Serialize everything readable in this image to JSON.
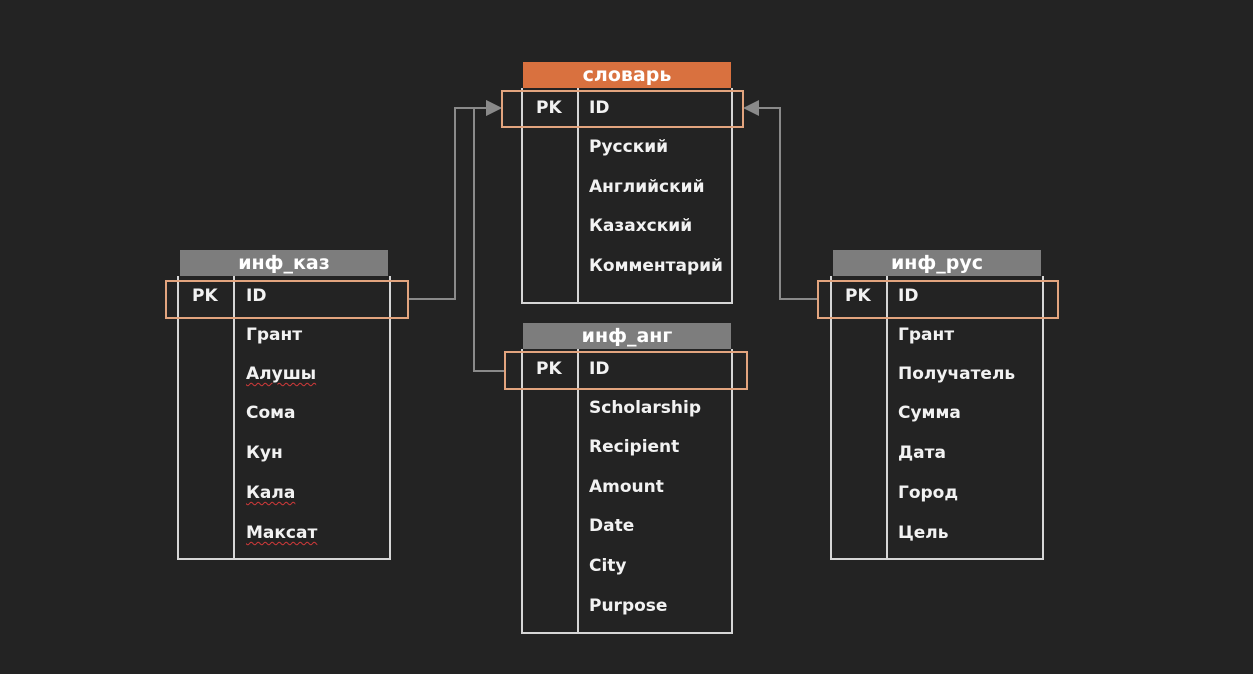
{
  "tables": {
    "slovar": {
      "title": "словарь",
      "pk": "PK",
      "key": "ID",
      "fields": [
        "Русский",
        "Английский",
        "Казахский",
        "Комментарий"
      ],
      "header_color": "#d9713f"
    },
    "inf_kaz": {
      "title": "инф_каз",
      "pk": "PK",
      "key": "ID",
      "fields": [
        "Грант",
        "Алушы",
        "Сома",
        "Кун",
        "Кала",
        "Максат"
      ],
      "header_color": "#7d7d7d"
    },
    "inf_ang": {
      "title": "инф_анг",
      "pk": "PK",
      "key": "ID",
      "fields": [
        "Scholarship",
        "Recipient",
        "Amount",
        "Date",
        "City",
        "Purpose"
      ],
      "header_color": "#7d7d7d"
    },
    "inf_rus": {
      "title": "инф_рус",
      "pk": "PK",
      "key": "ID",
      "fields": [
        "Грант",
        "Получатель",
        "Сумма",
        "Дата",
        "Город",
        "Цель"
      ],
      "header_color": "#7d7d7d"
    }
  },
  "colors": {
    "background": "#232323",
    "pk_highlight": "#e2a47e",
    "table_border": "#d6d6d6",
    "connector": "#8a8a8a",
    "spellcheck_underline": "#d23a3a"
  }
}
